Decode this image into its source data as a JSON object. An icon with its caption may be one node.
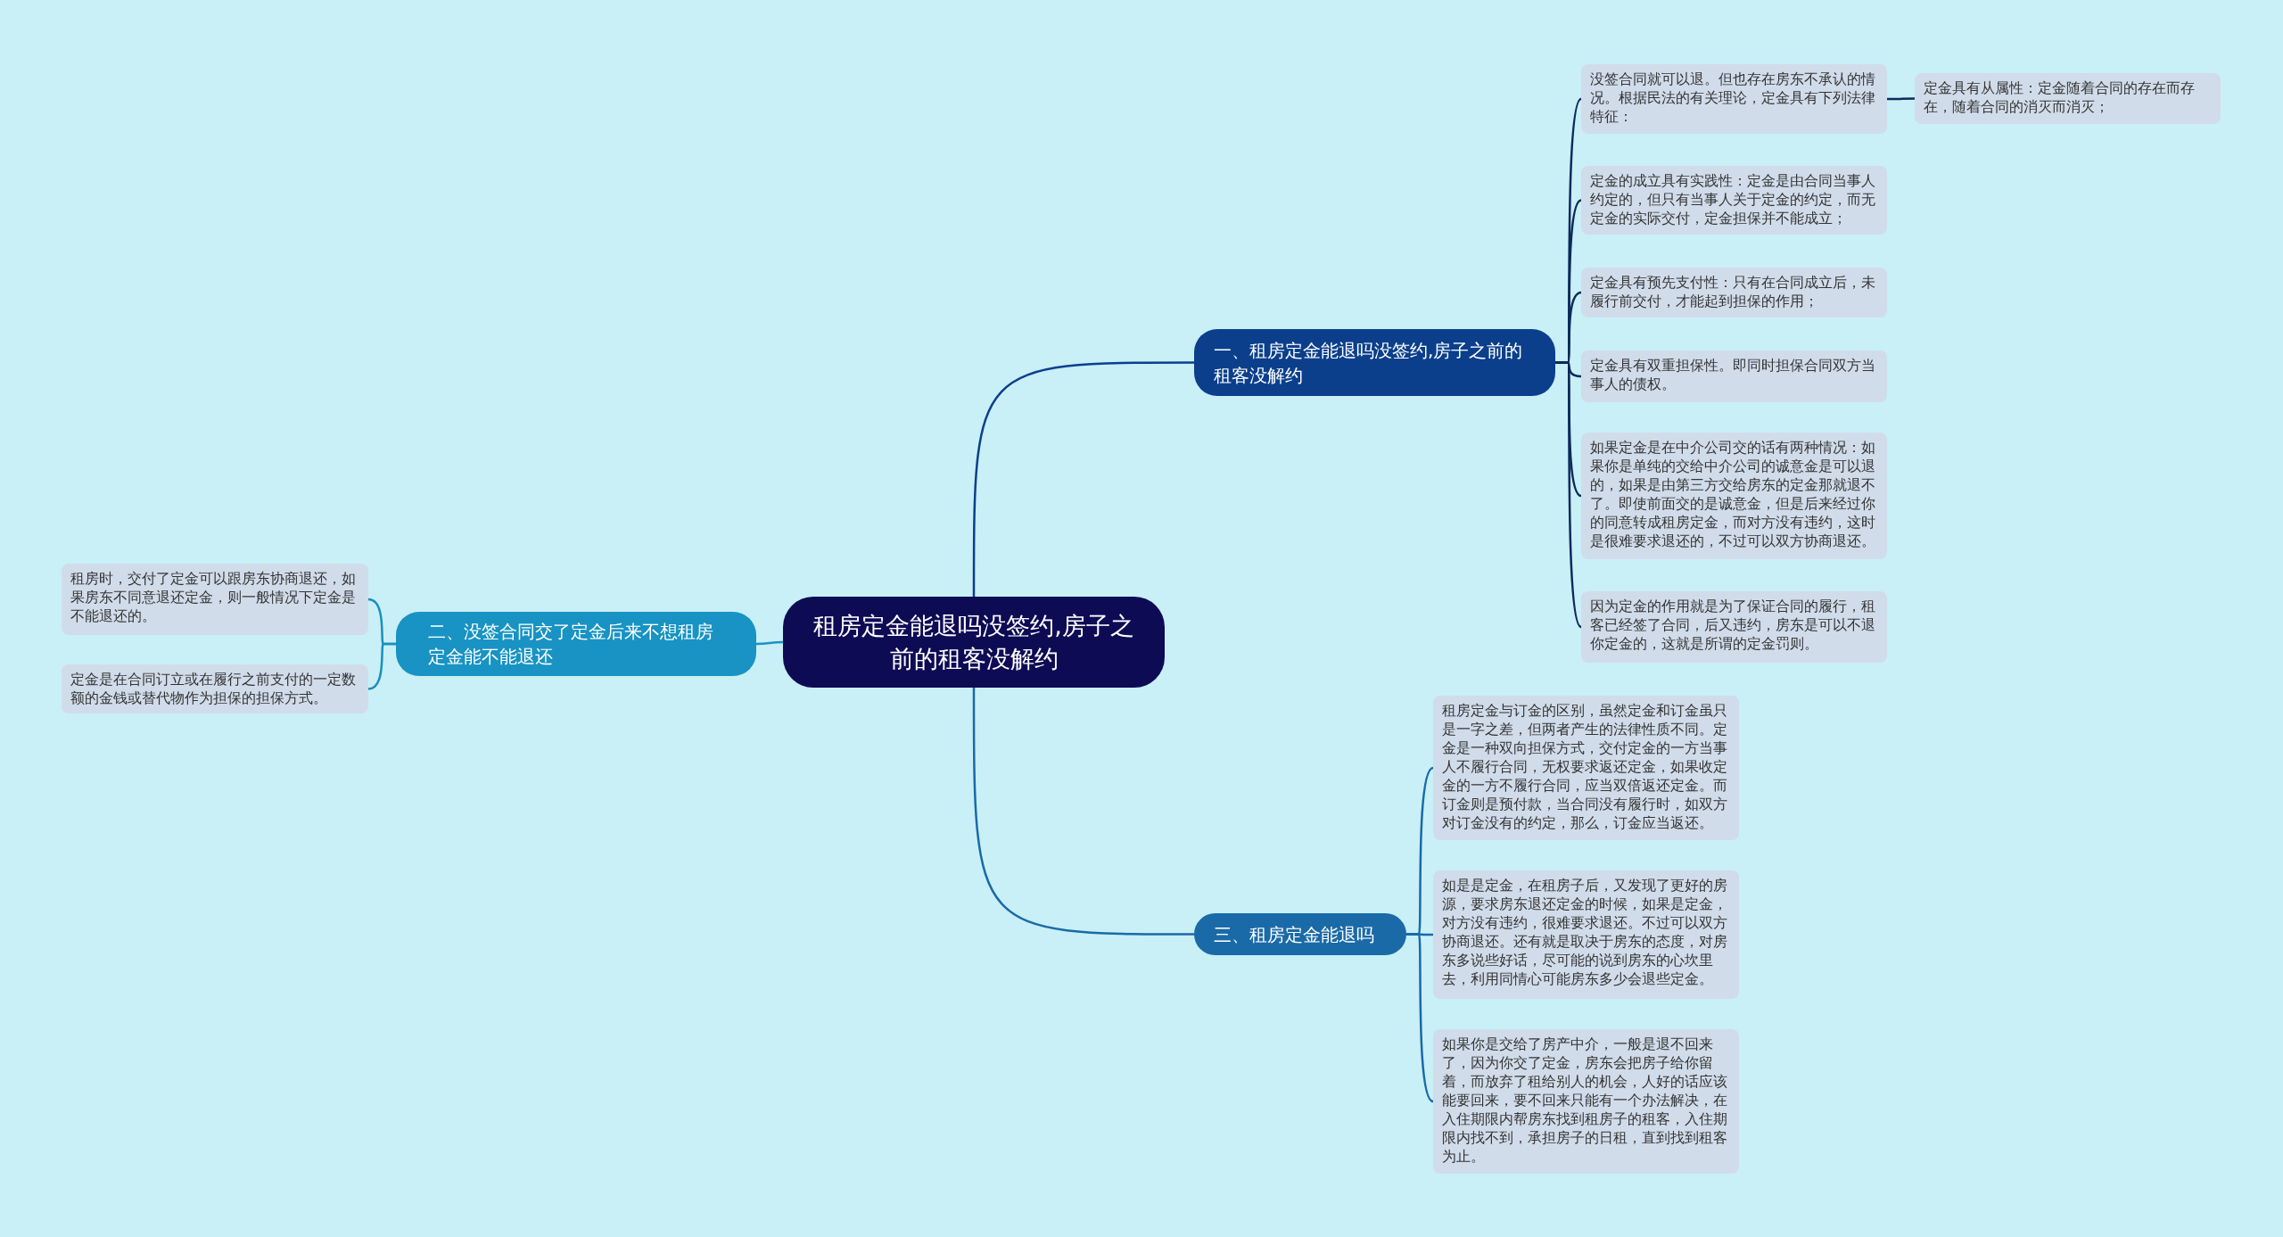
{
  "diagram": {
    "nodes": [
      {
        "text": [
          "租房定金能退吗没签约,房子之前的租客没解约"
        ]
      },
      {
        "text": [
          "一、租房定金能退吗没签约,房子之前的租客没解约"
        ]
      },
      {
        "text": [
          "没签合同就可以退。但也存在房东不承认的情况。根据民法的有关理论，定金具有下列法律特征："
        ]
      },
      {
        "text": [
          "定金的成立具有实践性：定金是由合同当事人约定的，但只有当事人关于定金的约定，而无定金的实际交付，定金担保并不能成立；"
        ]
      },
      {
        "text": [
          "定金具有预先支付性：只有在合同成立后，未履行前交付，才能起到担保的作用；"
        ]
      },
      {
        "text": [
          "定金具有双重担保性。即同时担保合同双方当事人的债权。"
        ]
      },
      {
        "text": [
          "如果定金是在中介公司交的话有两种情况：如果你是单纯的交给中介公司的诚意金是可以退的，如果是由第三方交给房东的定金那就退不了。即使前面交的是诚意金，但是后来经过你的同意转成租房定金，而对方没有违约，这时是很难要求退还的，不过可以双方协商退还。"
        ]
      },
      {
        "text": [
          "因为定金的作用就是为了保证合同的履行，租客已经签了合同，后又违约，房东是可以不退你定金的，这就是所谓的定金罚则。"
        ]
      },
      {
        "text": [
          "定金具有从属性：定金随着合同的存在而存在，随着合同的消灭而消灭；"
        ]
      },
      {
        "text": [
          "二、没签合同交了定金后来不想租房定金能不能退还"
        ]
      },
      {
        "text": [
          "租房时，交付了定金可以跟房东协商退还，如果房东不同意退还定金，则一般情况下定金是不能退还的。"
        ]
      },
      {
        "text": [
          "定金是在合同订立或在履行之前支付的一定数额的金钱或替代物作为担保的担保方式。"
        ]
      },
      {
        "text": [
          "三、租房定金能退吗"
        ]
      },
      {
        "text": [
          "租房定金与订金的区别，虽然定金和订金虽只是一字之差，但两者产生的法律性质不同。定金是一种双向担保方式，交付定金的一方当事人不履行合同，无权要求返还定金，如果收定金的一方不履行合同，应当双倍返还定金。而订金则是预付款，当合同没有履行时，如双方对订金没有的约定，那么，订金应当返还。"
        ]
      },
      {
        "text": [
          "如是是定金，在租房子后，又发现了更好的房源，要求房东退还定金的时候，如果是定金，对方没有违约，很难要求退还。不过可以双方协商退还。还有就是取决于房东的态度，对房东多说些好话，尽可能的说到房东的心坎里去，利用同情心可能房东多少会退些定金。"
        ]
      },
      {
        "text": [
          "如果你是交给了房产中介，一般是退不回来了，因为你交了定金，房东会把房子给你留着，而放弃了租给别人的机会，人好的话应该能要回来，要不回来只能有一个办法解决，在入住期限内帮房东找到租房子的租客，入住期限内找不到，承担房子的日租，直到找到租客为止。"
        ]
      }
    ],
    "edges": [
      {
        "from": 0,
        "to": 1,
        "arrow": "none"
      },
      {
        "from": 1,
        "to": 2,
        "arrow": "none"
      },
      {
        "from": 1,
        "to": 3,
        "arrow": "none"
      },
      {
        "from": 1,
        "to": 4,
        "arrow": "none"
      },
      {
        "from": 1,
        "to": 5,
        "arrow": "none"
      },
      {
        "from": 1,
        "to": 6,
        "arrow": "none"
      },
      {
        "from": 1,
        "to": 7,
        "arrow": "none"
      },
      {
        "from": 2,
        "to": 8,
        "arrow": "none"
      },
      {
        "from": 0,
        "to": 9,
        "arrow": "none",
        "color": "#1893c3"
      },
      {
        "from": 9,
        "to": 10,
        "arrow": "none",
        "color": "#1a8fbf"
      },
      {
        "from": 9,
        "to": 11,
        "arrow": "none",
        "color": "#1a8fbf"
      },
      {
        "from": 0,
        "to": 12,
        "arrow": "none"
      },
      {
        "from": 12,
        "to": 13,
        "arrow": "none"
      },
      {
        "from": 12,
        "to": 14,
        "arrow": "none"
      },
      {
        "from": 12,
        "to": 15,
        "arrow": "none"
      }
    ]
  }
}
